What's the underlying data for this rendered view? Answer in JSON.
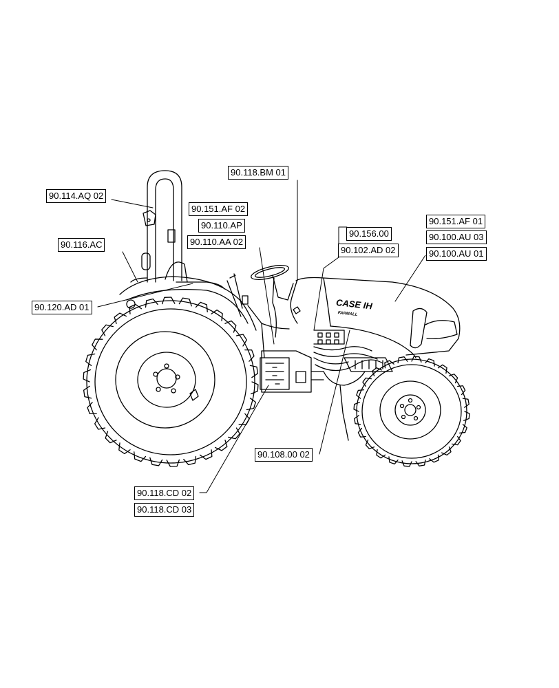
{
  "callouts": [
    {
      "id": "90.118.BM 01",
      "label": "90.118.BM 01"
    },
    {
      "id": "90.114.AQ 02",
      "label": "90.114.AQ 02"
    },
    {
      "id": "90.151.AF 02",
      "label": "90.151.AF 02"
    },
    {
      "id": "90.110.AP",
      "label": "90.110.AP"
    },
    {
      "id": "90.110.AA 02",
      "label": "90.110.AA 02"
    },
    {
      "id": "90.116.AC",
      "label": "90.116.AC"
    },
    {
      "id": "90.120.AD 01",
      "label": "90.120.AD 01"
    },
    {
      "id": "90.156.00",
      "label": "90.156.00"
    },
    {
      "id": "90.102.AD 02",
      "label": "90.102.AD 02"
    },
    {
      "id": "90.151.AF 01",
      "label": "90.151.AF 01"
    },
    {
      "id": "90.100.AU 03",
      "label": "90.100.AU 03"
    },
    {
      "id": "90.100.AU 01",
      "label": "90.100.AU 01"
    },
    {
      "id": "90.108.00 02",
      "label": "90.108.00 02"
    },
    {
      "id": "90.118.CD 02",
      "label": "90.118.CD 02"
    },
    {
      "id": "90.118.CD 03",
      "label": "90.118.CD 03"
    }
  ],
  "hood_brand": "CASE IH",
  "hood_model": "FARMALL"
}
